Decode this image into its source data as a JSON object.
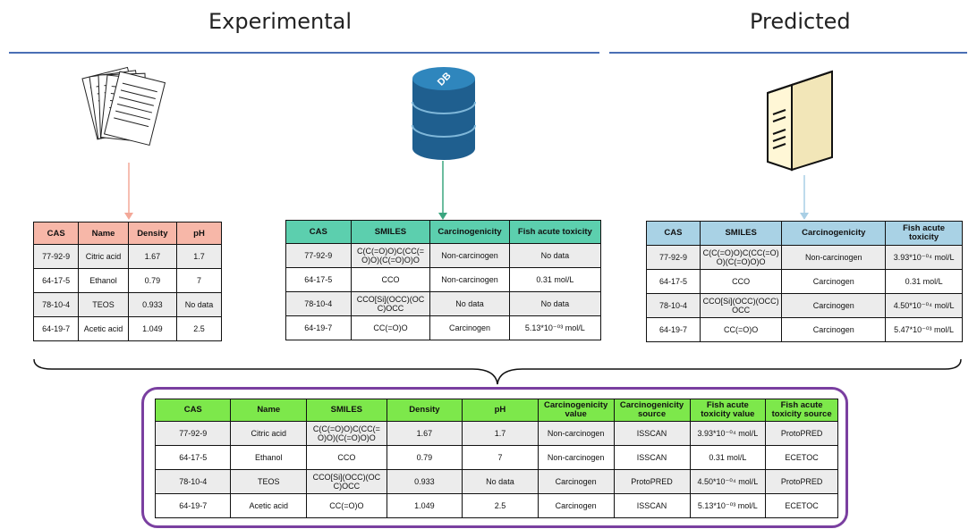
{
  "headers": {
    "experimental": "Experimental",
    "predicted": "Predicted"
  },
  "icons": {
    "left": "documents-icon",
    "center": "database-icon",
    "right": "server-icon"
  },
  "db_label": "DB",
  "colors": {
    "rule": "#4a6fb5",
    "papers_arrow": "#f3a898",
    "db_arrow": "#3aa57f",
    "server_arrow": "#a9cfe5",
    "outline": "#7a3fa0"
  },
  "table1": {
    "headers": [
      "CAS",
      "Name",
      "Density",
      "pH"
    ],
    "rows": [
      [
        "77-92-9",
        "Citric acid",
        "1.67",
        "1.7"
      ],
      [
        "64-17-5",
        "Ethanol",
        "0.79",
        "7"
      ],
      [
        "78-10-4",
        "TEOS",
        "0.933",
        "No data"
      ],
      [
        "64-19-7",
        "Acetic acid",
        "1.049",
        "2.5"
      ]
    ]
  },
  "table2": {
    "headers": [
      "CAS",
      "SMILES",
      "Carcinogenicity",
      "Fish acute toxicity"
    ],
    "rows": [
      [
        "77-92-9",
        "C(C(=O)O)C(CC(=O)O)(C(=O)O)O",
        "Non-carcinogen",
        "No data"
      ],
      [
        "64-17-5",
        "CCO",
        "Non-carcinogen",
        "0.31 mol/L"
      ],
      [
        "78-10-4",
        "CCO[Si](OCC)(OCC)OCC",
        "No data",
        "No data"
      ],
      [
        "64-19-7",
        "CC(=O)O",
        "Carcinogen",
        "5.13*10⁻⁰³ mol/L"
      ]
    ]
  },
  "table3": {
    "headers": [
      "CAS",
      "SMILES",
      "Carcinogenicity",
      "Fish acute toxicity"
    ],
    "rows": [
      [
        "77-92-9",
        "C(C(=O)O)C(CC(=O)O)(C(=O)O)O",
        "Non-carcinogen",
        "3.93*10⁻⁰⁴ mol/L"
      ],
      [
        "64-17-5",
        "CCO",
        "Carcinogen",
        "0.31 mol/L"
      ],
      [
        "78-10-4",
        "CCO[Si](OCC)(OCC)OCC",
        "Carcinogen",
        "4.50*10⁻⁰⁴ mol/L"
      ],
      [
        "64-19-7",
        "CC(=O)O",
        "Carcinogen",
        "5.47*10⁻⁰³ mol/L"
      ]
    ]
  },
  "table4": {
    "headers": [
      "CAS",
      "Name",
      "SMILES",
      "Density",
      "pH",
      "Carcinogenicity value",
      "Carcinogenicity source",
      "Fish acute toxicity value",
      "Fish acute toxicity source"
    ],
    "rows": [
      [
        "77-92-9",
        "Citric acid",
        "C(C(=O)O)C(CC(=O)O)(C(=O)O)O",
        "1.67",
        "1.7",
        "Non-carcinogen",
        "ISSCAN",
        "3.93*10⁻⁰⁴ mol/L",
        "ProtoPRED"
      ],
      [
        "64-17-5",
        "Ethanol",
        "CCO",
        "0.79",
        "7",
        "Non-carcinogen",
        "ISSCAN",
        "0.31 mol/L",
        "ECETOC"
      ],
      [
        "78-10-4",
        "TEOS",
        "CCO[Si](OCC)(OCC)OCC",
        "0.933",
        "No data",
        "Carcinogen",
        "ProtoPRED",
        "4.50*10⁻⁰⁴ mol/L",
        "ProtoPRED"
      ],
      [
        "64-19-7",
        "Acetic acid",
        "CC(=O)O",
        "1.049",
        "2.5",
        "Carcinogen",
        "ISSCAN",
        "5.13*10⁻⁰³ mol/L",
        "ECETOC"
      ]
    ]
  }
}
